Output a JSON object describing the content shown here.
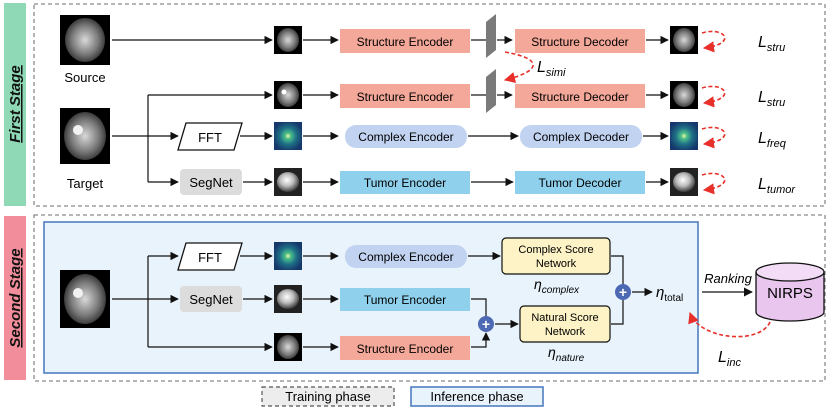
{
  "stages": {
    "first": "First Stage",
    "second": "Second Stage"
  },
  "images": {
    "source": "Source",
    "target": "Target"
  },
  "blocks": {
    "fft": "FFT",
    "segnet": "SegNet",
    "structure_encoder": "Structure Encoder",
    "structure_decoder": "Structure Decoder",
    "complex_encoder": "Complex Encoder",
    "complex_decoder": "Complex Decoder",
    "tumor_encoder": "Tumor Encoder",
    "tumor_decoder": "Tumor Decoder",
    "complex_score_line1": "Complex Score",
    "complex_score_line2": "Network",
    "natural_score_line1": "Natural Score",
    "natural_score_line2": "Network",
    "nirps": "NIRPS",
    "ranking": "Ranking"
  },
  "losses": {
    "stru_1": {
      "base": "L",
      "sub": "stru"
    },
    "stru_2": {
      "base": "L",
      "sub": "stru"
    },
    "simi": {
      "base": "L",
      "sub": "simi"
    },
    "freq": {
      "base": "L",
      "sub": "freq"
    },
    "tumor": {
      "base": "L",
      "sub": "tumor"
    },
    "inc": {
      "base": "L",
      "sub": "inc"
    }
  },
  "scores": {
    "complex": {
      "base": "η",
      "sub": "complex"
    },
    "nature": {
      "base": "η",
      "sub": "nature"
    },
    "total": {
      "base": "η",
      "sub": "total"
    }
  },
  "legend": {
    "training": "Training phase",
    "inference": "Inference phase"
  },
  "colors": {
    "stage1_band": "#8fd9b6",
    "stage2_band": "#f28e9b",
    "structure": "#f4a899",
    "complex": "#c2d3f2",
    "tumor": "#8fd0ec",
    "score": "#fdf3c6",
    "inference_bg": "#e9f3fb",
    "inference_border": "#4f7fc1",
    "loss_arrow": "#e8302a",
    "plus": "#4e69b4"
  }
}
